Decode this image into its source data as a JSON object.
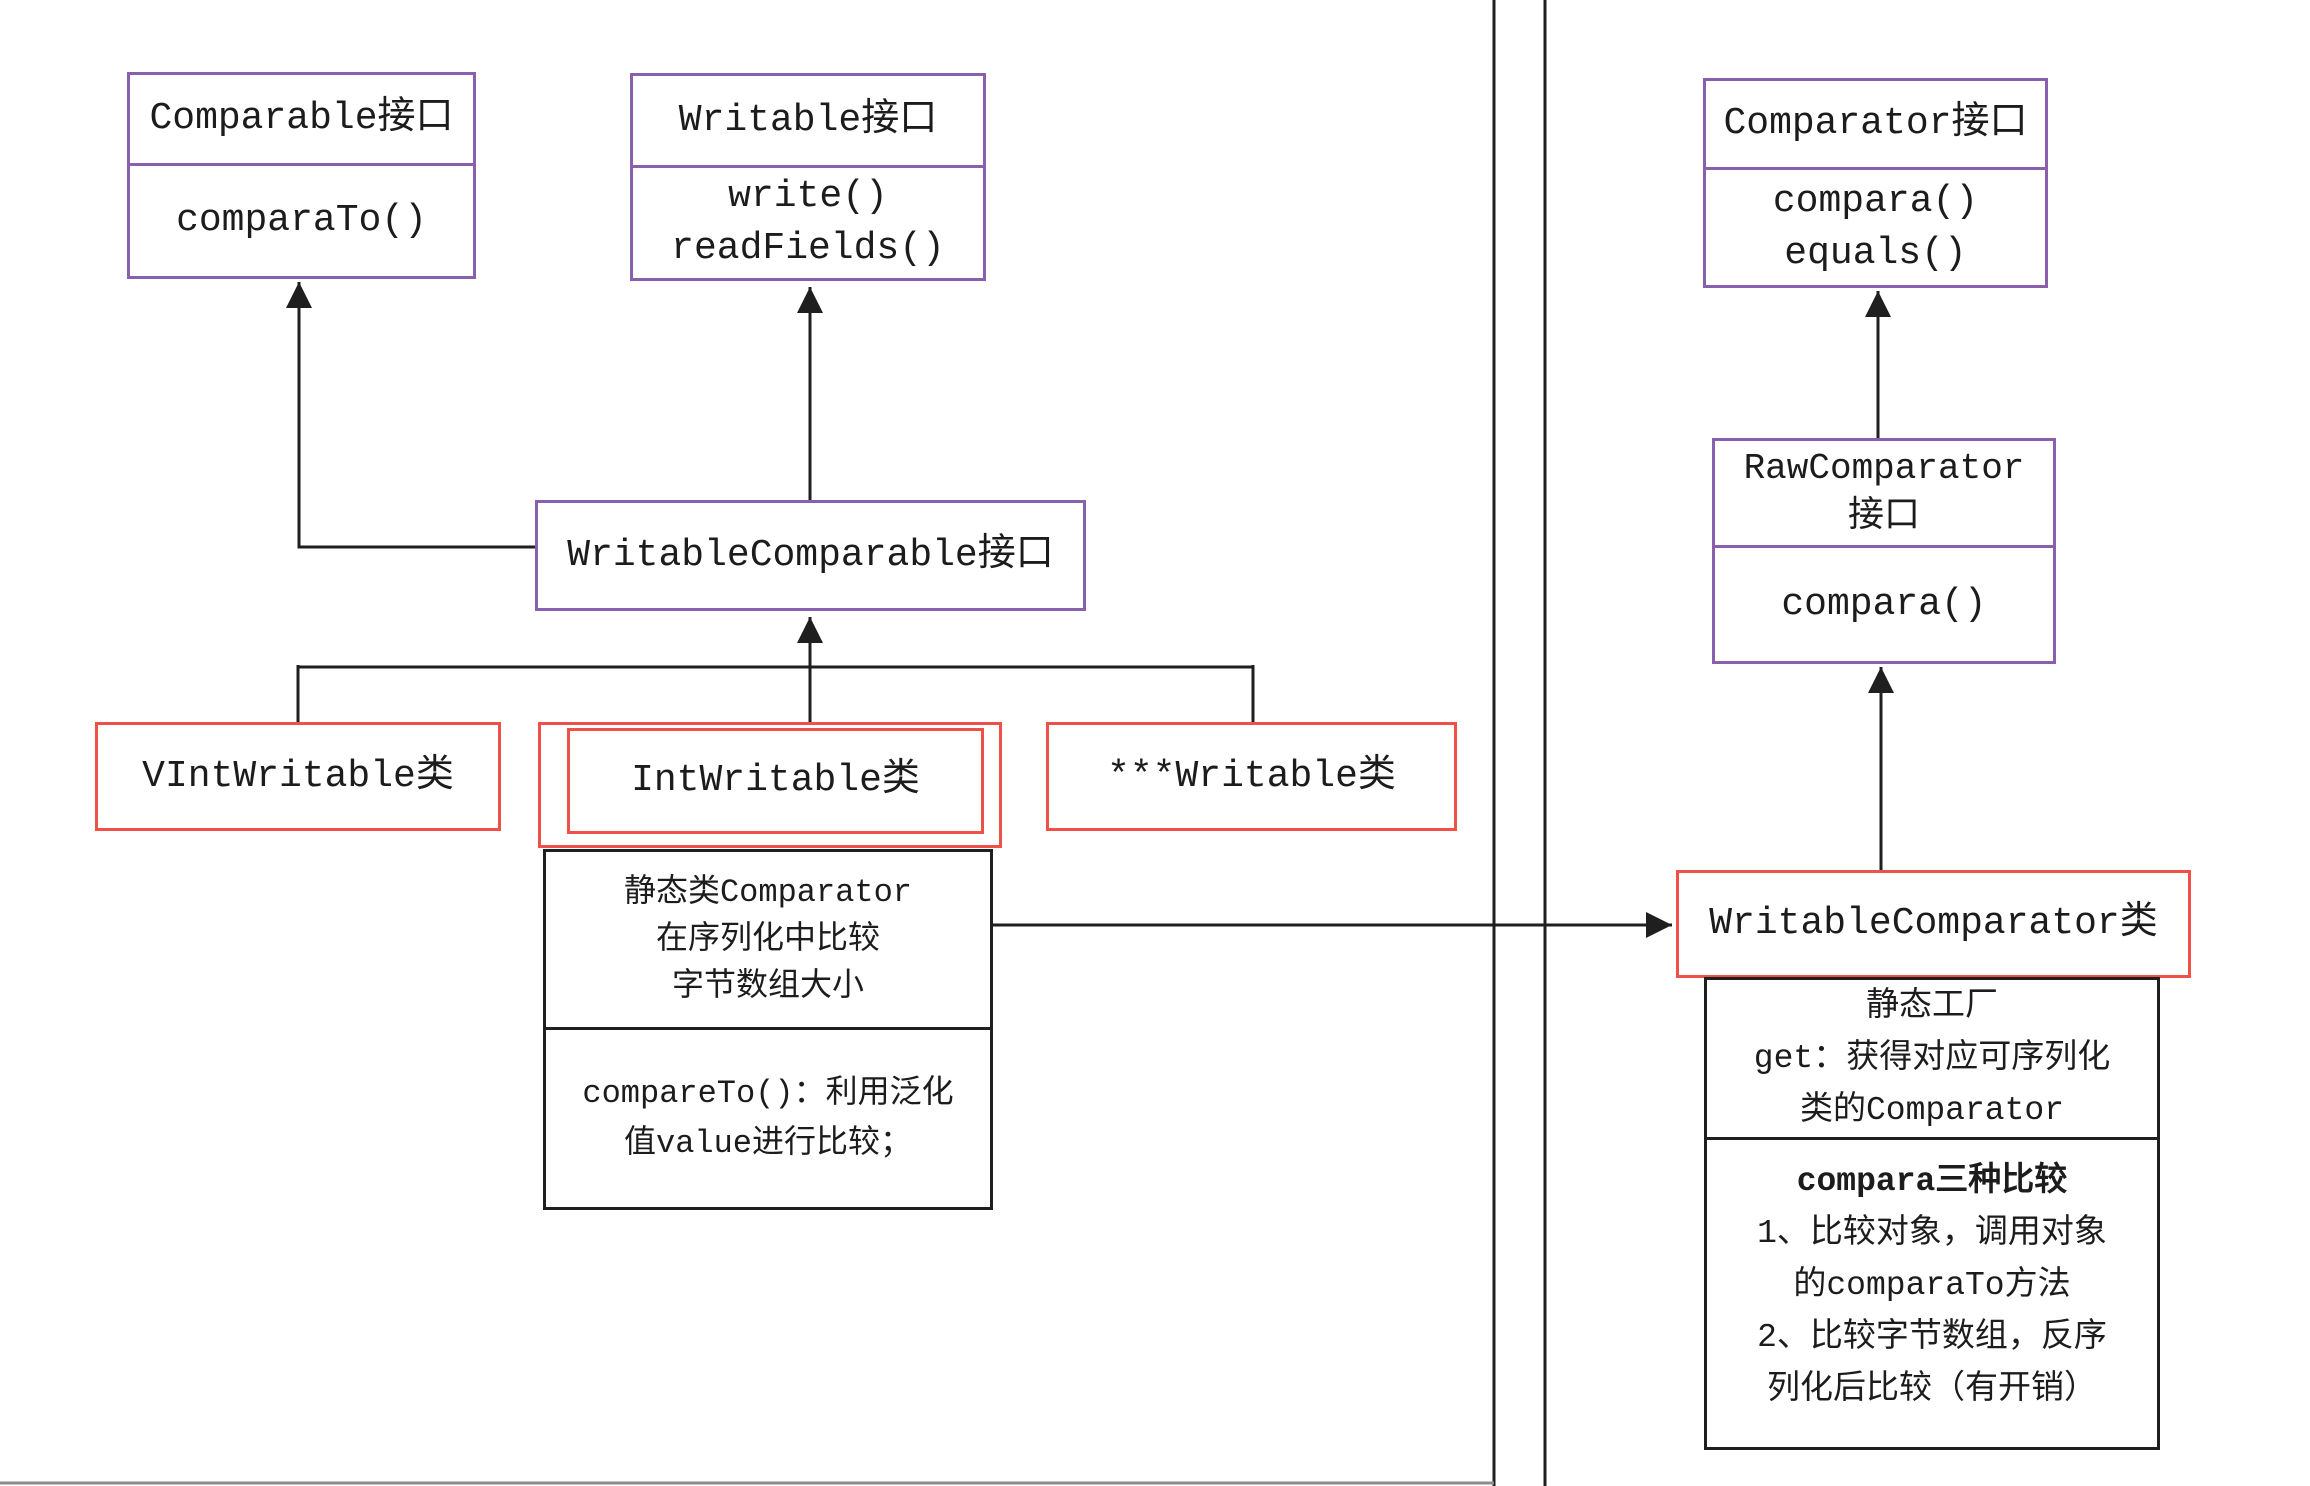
{
  "diagram": {
    "boxes": {
      "comparable": {
        "title": "Comparable接口",
        "method": "comparaTo()"
      },
      "writable": {
        "title": "Writable接口",
        "methods": [
          "write()",
          "readFields()"
        ]
      },
      "comparator": {
        "title": "Comparator接口",
        "methods": [
          "compara()",
          "equals()"
        ]
      },
      "writable_comparable": {
        "title": "WritableComparable接口"
      },
      "vint_writable": {
        "title": "VIntWritable类"
      },
      "int_writable": {
        "title": "IntWritable类"
      },
      "star_writable": {
        "title": "***Writable类"
      },
      "int_comparator_note": {
        "summary_lines": [
          "静态类Comparator",
          "在序列化中比较",
          "字节数组大小"
        ],
        "detail_lines": [
          "compareTo()：利用泛化",
          "值value进行比较；"
        ]
      },
      "raw_comparator": {
        "title_lines": [
          "RawComparator",
          "接口"
        ],
        "method": "compara()"
      },
      "writable_comparator": {
        "title": "WritableComparator类"
      },
      "writable_comparator_note": {
        "factory_lines": [
          "静态工厂",
          "get：获得对应可序列化",
          "类的Comparator"
        ],
        "compare_heading": "compara三种比较",
        "compare_lines": [
          "1、比较对象，调用对象",
          "的comparaTo方法",
          "2、比较字节数组，反序",
          "列化后比较（有开销）"
        ]
      }
    },
    "colors": {
      "interface_border": "#8860ae",
      "class_border": "#ef5148",
      "note_border": "#1f1f1f",
      "connector": "#1f1f1f",
      "page_border": "#8c8c8c"
    },
    "relations": [
      "WritableComparable接口 → Comparable接口",
      "WritableComparable接口 → Writable接口",
      "VIntWritable类 → WritableComparable接口",
      "IntWritable类 → WritableComparable接口",
      "***Writable类 → WritableComparable接口",
      "RawComparator接口 → Comparator接口",
      "WritableComparator类 → RawComparator接口",
      "IntWritable静态类Comparator → WritableComparator类"
    ]
  }
}
